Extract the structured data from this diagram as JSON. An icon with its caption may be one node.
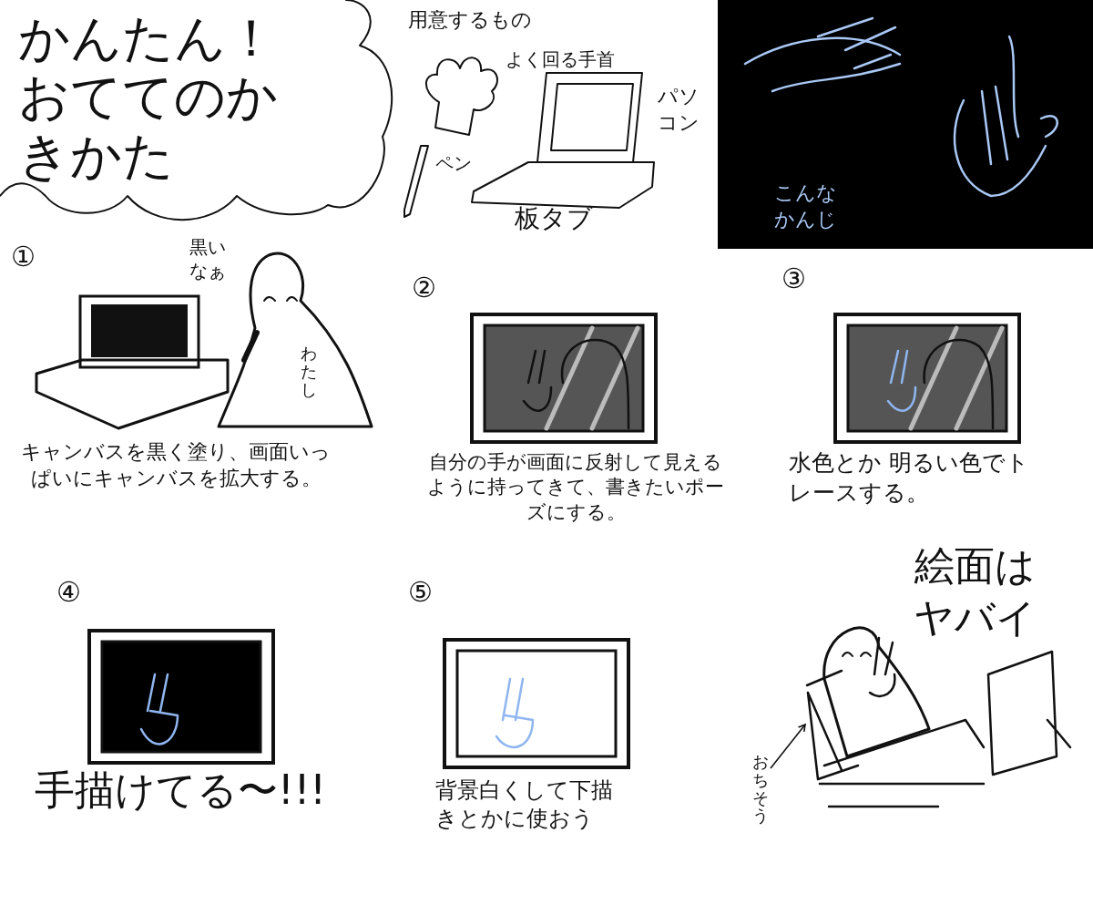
{
  "diagram": {
    "title": "かんたん！おててのかきかた",
    "nodes": [
      {
        "text": [
          "こんなかんじ"
        ]
      },
      {
        "text": [
          "おちそう"
        ]
      },
      {
        "text": [],
        "shape": "picture"
      }
    ],
    "edges": [
      {
        "from": 1,
        "to": 2,
        "arrow": "to"
      }
    ],
    "labels": [
      "用意するもの",
      "よく回る手首",
      "パソコン",
      "ペン",
      "板タブ",
      "①",
      "黒いなぁ",
      "わたし",
      "キャンバスを黒く塗り、画面いっぱいにキャンバスを拡大する。",
      "②",
      "自分の手が画面に反射して見えるように持ってきて、書きたいポーズにする。",
      "③",
      "水色とか 明るい色でトレースする。",
      "④",
      "手描けてる〜!!!",
      "⑤",
      "背景白くして下描きとかに使おう",
      "絵面はヤバイ"
    ]
  }
}
